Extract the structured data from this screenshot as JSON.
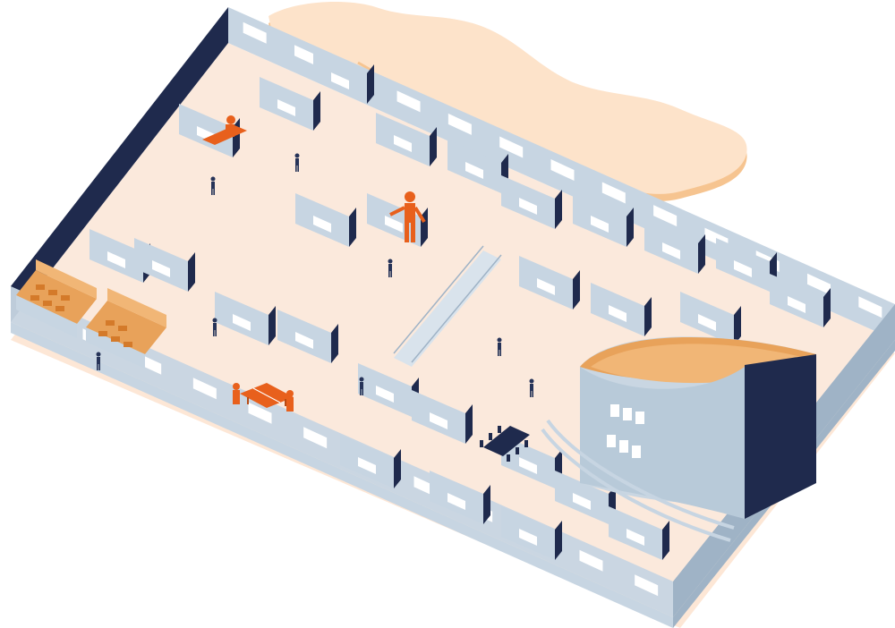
{
  "colors": {
    "background": "#ffffff",
    "floor": "#fbe9dc",
    "floor_shadow": "#fde7d6",
    "wall_light": "#b8cad9",
    "wall_face": "#c7d5e2",
    "wall_dark": "#1f2a4d",
    "window": "#ffffff",
    "accent_orange": "#e8601c",
    "room_orange": "#e8a25a",
    "room_orange_light": "#f1b676",
    "terrace": "#fbd3ac",
    "terrace_edge": "#f6c490",
    "auditorium_glass": "#c9d6e2",
    "figure": "#263358"
  },
  "icons": [
    "person-figure",
    "ping-pong-table",
    "desk-cluster",
    "meeting-table",
    "ramp",
    "auditorium",
    "terrace"
  ]
}
